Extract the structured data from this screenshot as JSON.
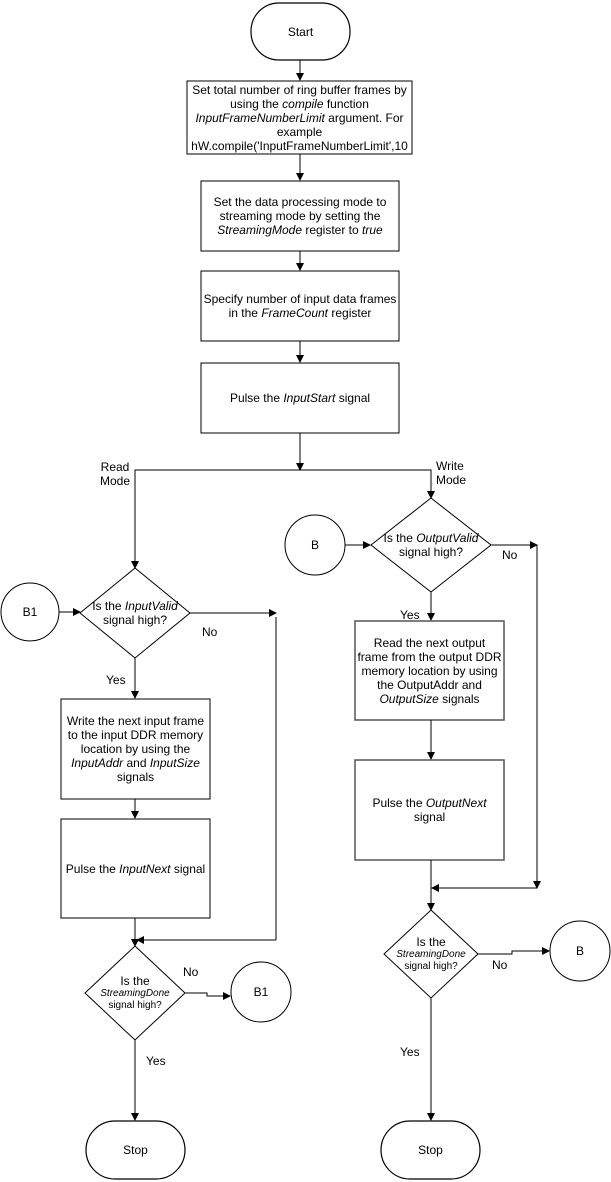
{
  "nodes": {
    "start": "Start",
    "set_ring": [
      "Set total number of ring buffer frames by using the ",
      {
        "i": "compile"
      },
      " function ",
      {
        "i": "InputFrameNumberLimit"
      },
      " argument. For example hW.compile('InputFrameNumberLimit',10"
    ],
    "set_mode": [
      "Set the data processing mode to streaming mode by setting the ",
      {
        "i": "StreamingMode"
      },
      " register to ",
      {
        "i": "true"
      }
    ],
    "frame_count": [
      "Specify number of input data frames in the ",
      {
        "i": "FrameCount"
      },
      " register"
    ],
    "input_start": [
      "Pulse the ",
      {
        "i": "InputStart"
      },
      " signal"
    ],
    "input_valid": [
      "Is the ",
      {
        "i": "InputValid"
      },
      " signal high?"
    ],
    "write_frame": [
      "Write the next input frame to the input DDR memory location by using the ",
      {
        "i": "InputAddr"
      },
      " and ",
      {
        "i": "InputSize"
      },
      " signals"
    ],
    "input_next": [
      "Pulse the ",
      {
        "i": "InputNext"
      },
      " signal"
    ],
    "streaming_done_left": [
      {
        "i": "StreamingDone"
      },
      " signal high?"
    ],
    "streaming_done_left_prefix": "Is the",
    "stop_left": "Stop",
    "b1_left": "B1",
    "b1_right": "B1",
    "output_valid": [
      "Is the ",
      {
        "i": "OutputValid"
      },
      " signal high?"
    ],
    "read_frame": [
      "Read the next output frame from the output DDR memory location by using the OutputAddr and ",
      {
        "i": "OutputSize"
      },
      " signals"
    ],
    "output_next": [
      "Pulse the ",
      {
        "i": "OutputNext"
      },
      " signal"
    ],
    "streaming_done_right": [
      {
        "i": "StreamingDone"
      },
      " signal high?"
    ],
    "streaming_done_right_prefix": "Is the",
    "stop_right": "Stop",
    "b_left": "B",
    "b_right": "B"
  },
  "edge_labels": {
    "read_mode": "Read\nMode",
    "write_mode": "Write\nMode",
    "yes_input_valid": "Yes",
    "no_input_valid": "No",
    "yes_output_valid": "Yes",
    "no_output_valid": "No",
    "no_done_left": "No",
    "yes_done_left": "Yes",
    "no_done_right": "No",
    "yes_done_right": "Yes"
  }
}
